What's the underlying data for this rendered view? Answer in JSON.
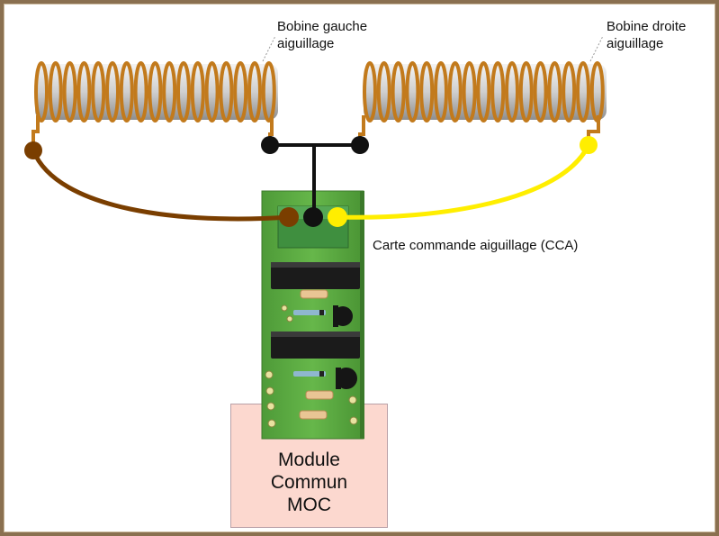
{
  "labels": {
    "left_coil": [
      "Bobine gauche",
      "aiguillage"
    ],
    "right_coil": [
      "Bobine droite",
      "aiguillage"
    ],
    "board": "Carte commande aiguillage (CCA)"
  },
  "module": {
    "lines": [
      "Module",
      "Commun",
      "MOC"
    ]
  },
  "colors": {
    "frame": "#8a7050",
    "coil_wire": "#c27a1c",
    "coil_core": "#d8d8d8",
    "wire_brown": "#7a3e00",
    "wire_black": "#111111",
    "wire_yellow": "#ffee00",
    "pcb": "#5faf43",
    "terminal_block": "#3f8f3f",
    "module_fill": "#fcd8cf"
  }
}
